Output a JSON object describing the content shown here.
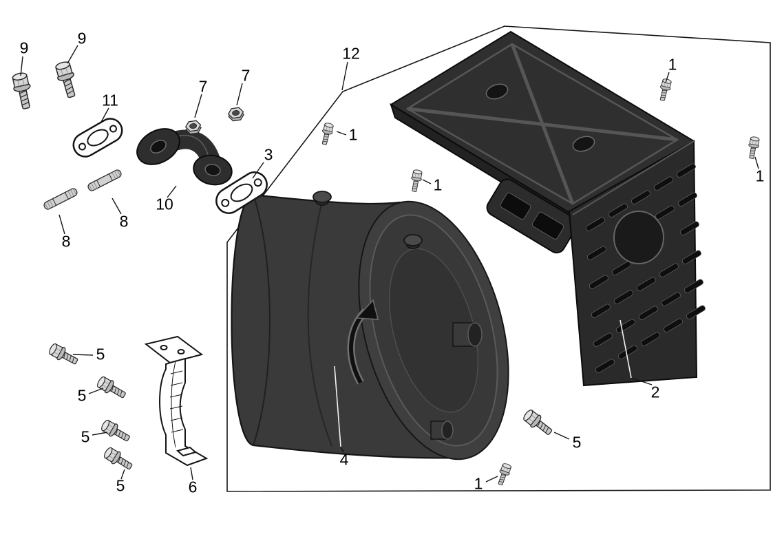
{
  "palette": {
    "background": "#ffffff",
    "line_color": "#151515",
    "dark_part_color": "#2f2f2f",
    "metal_color": "#cccccc"
  },
  "callouts": {
    "c9a": "9",
    "c9b": "9",
    "c11": "11",
    "c7a": "7",
    "c7b": "7",
    "c12": "12",
    "c1a": "1",
    "c1b": "1",
    "c1c": "1",
    "c1d": "1",
    "c1e": "1",
    "c3": "3",
    "c10": "10",
    "c8a": "8",
    "c8b": "8",
    "c2": "2",
    "c5a": "5",
    "c5b": "5",
    "c5c": "5",
    "c5d": "5",
    "c5e": "5",
    "c4": "4",
    "c6": "6"
  }
}
